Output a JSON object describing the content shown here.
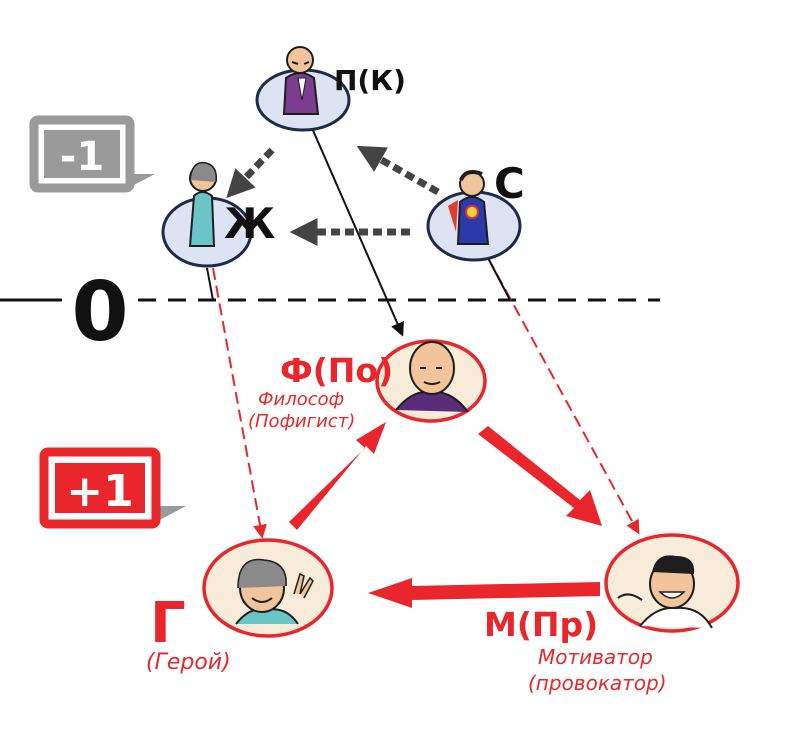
{
  "levels": {
    "minus": "-1",
    "zero": "0",
    "plus": "+1"
  },
  "roles": {
    "persecutor": {
      "label": "П(К)"
    },
    "victim": {
      "label": "Ж"
    },
    "rescuer": {
      "label": "С"
    },
    "philosopher": {
      "label": "Ф(По)",
      "line1": "Философ",
      "line2": "(Пофигист)"
    },
    "hero": {
      "label": "Г",
      "line1": "(Герой)"
    },
    "motivator": {
      "label": "М(Пр)",
      "line1": "Мотиватор",
      "line2": "(провокатор)"
    }
  },
  "colors": {
    "accent_red": "#e8262b",
    "badge_gray": "#9a9a9a",
    "node_fill": "#dde3f2",
    "node_stroke": "#1e2a4a",
    "red_node_fill": "#f7ecd9",
    "ink": "#111111"
  },
  "icons": {
    "persecutor": "boss-in-suit-icon",
    "victim": "woman-icon",
    "rescuer": "superhero-icon",
    "philosopher": "bald-man-icon",
    "hero": "woman-victory-icon",
    "motivator": "grinning-man-icon"
  }
}
